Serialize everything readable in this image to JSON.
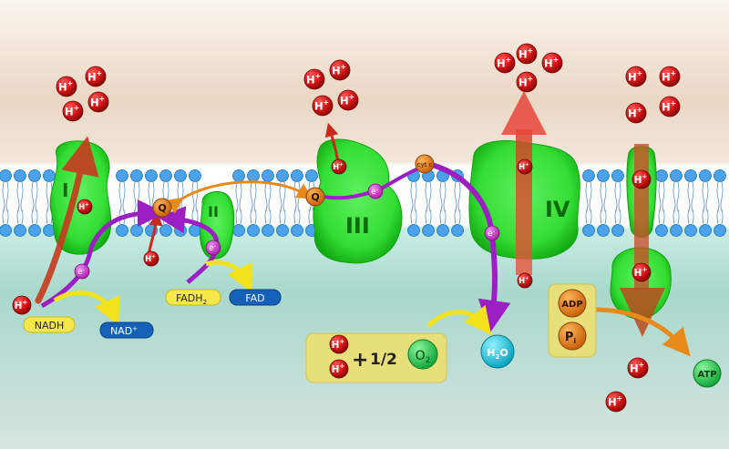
{
  "complexes": {
    "I": "I",
    "II": "II",
    "III": "III",
    "IV": "IV"
  },
  "carriers": {
    "quinone": "Q",
    "cytochrome_c": "cyt c",
    "electron": "e",
    "electron_charge": "-"
  },
  "ions": {
    "proton": "H",
    "proton_charge": "+"
  },
  "molecules": {
    "nadh": "NADH",
    "nad_plus": "NAD",
    "nad_plus_charge": "+",
    "fadh2": "FADH",
    "fadh2_sub": "2",
    "fad": "FAD",
    "adp": "ADP",
    "pi": "P",
    "pi_sub": "i",
    "water": "H",
    "water_sub": "2",
    "water_tail": "O",
    "oxygen": "O",
    "oxygen_sub": "2",
    "atp": "ATP"
  },
  "equation": {
    "plus": "+",
    "fraction": "1/2"
  },
  "colors": {
    "intermembrane": "#ead7c4",
    "matrix": "#a8d8cc",
    "protein": "#33dd33",
    "protein_dark": "#0fa40f",
    "proton": "#cc1111",
    "electron": "#cc33cc",
    "electron_path": "#9b1fc2",
    "quinone": "#e07a12",
    "proton_arrow": "#c83a1e",
    "yellow_arrow": "#f2e21b",
    "lipid_head": "#4aa3e8",
    "nad_pill": "#1560b8",
    "nadh_pill": "#f4e84a",
    "water": "#1ec8d8",
    "atp": "#22c44a"
  }
}
